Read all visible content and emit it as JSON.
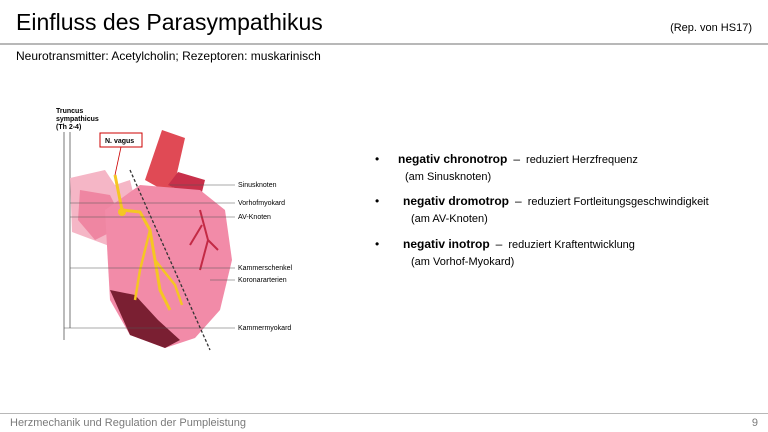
{
  "header": {
    "title": "Einfluss des Parasympathikus",
    "reference": "(Rep. von HS17)",
    "subtitle": "Neurotransmitter: Acetylcholin;  Rezeptoren: muskarinisch"
  },
  "figure": {
    "top_label_line1": "Truncus",
    "top_label_line2": "sympathicus",
    "top_label_line3": "(Th 2-4)",
    "vagus_label": "N. vagus",
    "labels": [
      "Sinusknoten",
      "Vorhofmyokard",
      "AV-Knoten",
      "Kammerschenkel",
      "Koronararterien",
      "Kammermyokard"
    ]
  },
  "effects": [
    {
      "bullet": "•",
      "term": "negativ chronotrop",
      "dash": "–",
      "description": "reduziert Herzfrequenz",
      "note": "(am Sinusknoten)"
    },
    {
      "bullet": "•",
      "term": "negativ dromotrop",
      "dash": "–",
      "description": "reduziert Fortleitungsgeschwindigkeit",
      "note": "(am AV-Knoten)"
    },
    {
      "bullet": "•",
      "term": "negativ inotrop",
      "dash": "–",
      "description": "reduziert Kraftentwicklung",
      "note": "(am Vorhof-Myokard)"
    }
  ],
  "footer": {
    "text": "Herzmechanik und Regulation der Pumpleistung",
    "page": "9"
  }
}
